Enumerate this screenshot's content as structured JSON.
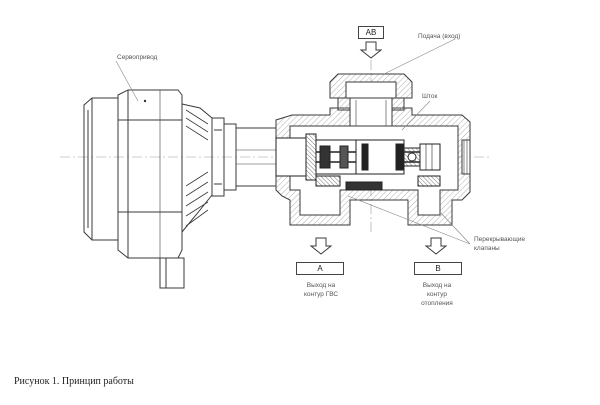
{
  "labels": {
    "servo": "Сервопривод",
    "supply": "Подача (вход)",
    "stem": "Шток",
    "valves_line1": "Перекрывающие",
    "valves_line2": "клапаны",
    "outlet_a_line1": "Выход на",
    "outlet_a_line2": "контур ГВС",
    "outlet_b_line1": "Выход на",
    "outlet_b_line2": "контур",
    "outlet_b_line3": "отопления"
  },
  "ports": {
    "ab": "AB",
    "a": "A",
    "b": "B"
  },
  "caption": "Рисунок 1. Принцип работы",
  "colors": {
    "line": "#3a3a3a",
    "leader": "#888888",
    "hatch": "#9a9a9a",
    "dark": "#1e1e1e"
  }
}
